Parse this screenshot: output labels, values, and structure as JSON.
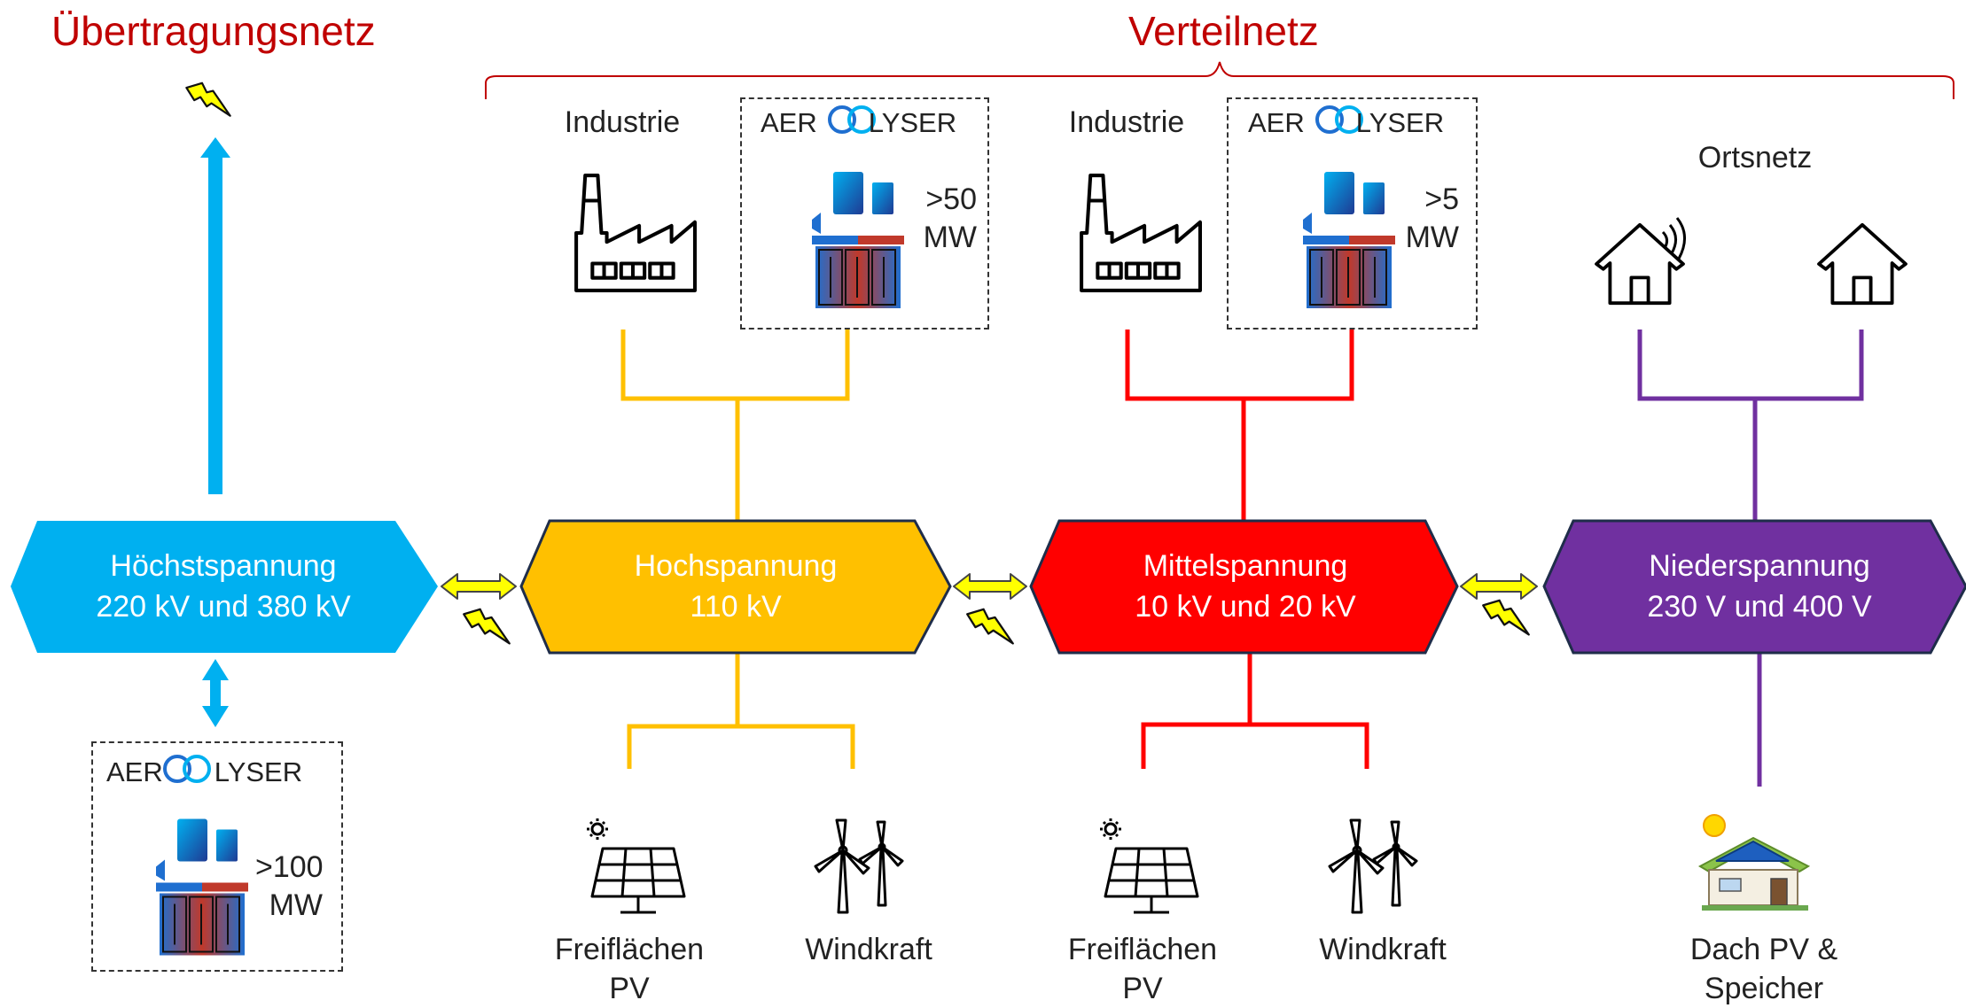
{
  "titles": {
    "transmission": "Übertragungsnetz",
    "distribution": "Verteilnetz"
  },
  "colors": {
    "title_red": "#c00000",
    "hoechst": "#00b0f0",
    "hoch": "#ffc000",
    "mittel": "#ff0000",
    "nieder": "#7030a0",
    "arrow_yellow": "#ffff00"
  },
  "levels": [
    {
      "name": "Höchstspannung",
      "voltage": "220 kV und 380 kV"
    },
    {
      "name": "Hochspannung",
      "voltage": "110 kV"
    },
    {
      "name": "Mittelspannung",
      "voltage": "10 kV und 20 kV"
    },
    {
      "name": "Niederspannung",
      "voltage": "230 V und 400 V"
    }
  ],
  "aerolyser": {
    "prefix": "AER",
    "suffix": "LYSER",
    "hoechst_capacity": ">100\nMW",
    "hoch_capacity": ">50\nMW",
    "mittel_capacity": ">5\nMW"
  },
  "consumers": {
    "industrie_hoch": "Industrie",
    "industrie_mittel": "Industrie",
    "ortsnetz": "Ortsnetz"
  },
  "generators": {
    "pv_hoch": "Freiflächen\nPV",
    "wind_hoch": "Windkraft",
    "pv_mittel": "Freiflächen\nPV",
    "wind_mittel": "Windkraft",
    "dach": "Dach PV &\nSpeicher"
  },
  "icons": [
    "lightning-icon",
    "factory-icon",
    "electrolyser-icon",
    "house-icon",
    "smart-house-icon",
    "solar-panel-icon",
    "wind-turbine-icon",
    "rooftop-pv-house-icon",
    "aerolyser-logo-ring"
  ]
}
